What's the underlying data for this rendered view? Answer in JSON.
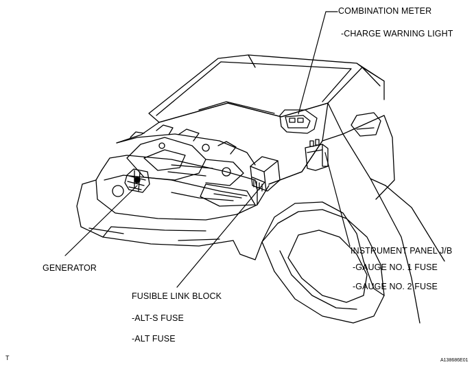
{
  "labels": {
    "combination_meter": "COMBINATION METER",
    "charge_warning_light": "-CHARGE WARNING LIGHT",
    "instrument_panel_jb": "INSTRUMENT PANEL J/B",
    "gauge_no1_fuse": "-GAUGE NO. 1 FUSE",
    "gauge_no2_fuse": "-GAUGE NO. 2 FUSE",
    "generator": "GENERATOR",
    "fusible_link_block": "FUSIBLE LINK BLOCK",
    "alt_s_fuse": "-ALT-S FUSE",
    "alt_fuse": "-ALT FUSE"
  },
  "corner_marks": {
    "left": "T",
    "right": "A138686E01"
  }
}
